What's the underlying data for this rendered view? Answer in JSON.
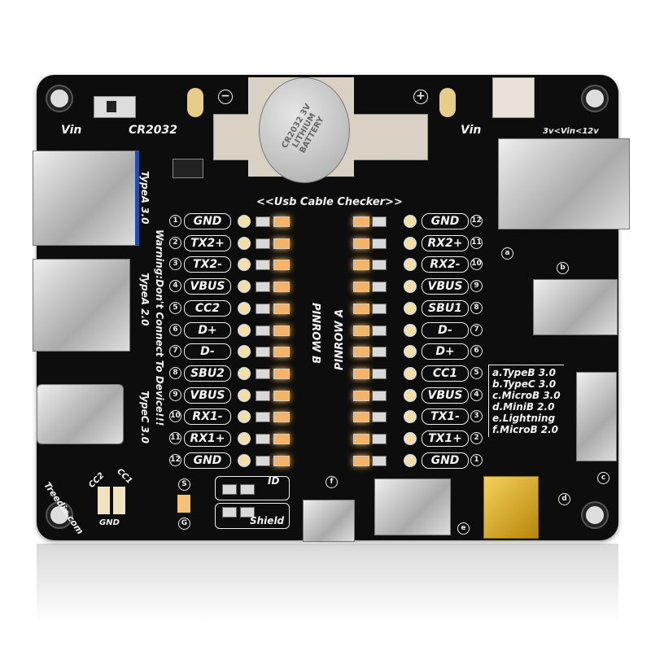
{
  "board": {
    "brand": "Treedix.com",
    "title": "<<Usb Cable Checker>>",
    "warning": "Warning:Don't Connect To Device!!!",
    "battery_label": "CR2032",
    "battery_print": "CR2032 3V LITHIUM BATTERY",
    "vin_left": "Vin",
    "vin_right": "Vin",
    "vin_range": "3v<Vin<12v",
    "minus": "−",
    "plus": "+",
    "left_ports": [
      "TypeA 3.0",
      "TypeA 2.0",
      "TypeC 3.0"
    ],
    "pinrow_b": "PINROW B",
    "pinrow_a": "PINROW A",
    "pins_b": [
      {
        "n": "1",
        "label": "GND"
      },
      {
        "n": "2",
        "label": "TX2+"
      },
      {
        "n": "3",
        "label": "TX2-"
      },
      {
        "n": "4",
        "label": "VBUS"
      },
      {
        "n": "5",
        "label": "CC2"
      },
      {
        "n": "6",
        "label": "D+"
      },
      {
        "n": "7",
        "label": "D-"
      },
      {
        "n": "8",
        "label": "SBU2"
      },
      {
        "n": "9",
        "label": "VBUS"
      },
      {
        "n": "10",
        "label": "RX1-"
      },
      {
        "n": "11",
        "label": "RX1+"
      },
      {
        "n": "12",
        "label": "GND"
      }
    ],
    "pins_a": [
      {
        "n": "12",
        "label": "GND"
      },
      {
        "n": "11",
        "label": "RX2+"
      },
      {
        "n": "10",
        "label": "RX2-"
      },
      {
        "n": "9",
        "label": "VBUS"
      },
      {
        "n": "8",
        "label": "SBU1"
      },
      {
        "n": "7",
        "label": "D-"
      },
      {
        "n": "6",
        "label": "D+"
      },
      {
        "n": "5",
        "label": "CC1"
      },
      {
        "n": "4",
        "label": "VBUS"
      },
      {
        "n": "3",
        "label": "TX1-"
      },
      {
        "n": "2",
        "label": "TX1+"
      },
      {
        "n": "1",
        "label": "GND"
      }
    ],
    "legend": [
      "a.TypeB 3.0",
      "b.TypeC 3.0",
      "c.MicroB 3.0",
      "d.MiniB 2.0",
      "e.Lightning",
      "f.MicroB 2.0"
    ],
    "port_letters": {
      "a": "a",
      "b": "b",
      "c": "c",
      "d": "d",
      "e": "e",
      "f": "f"
    },
    "cc2": "CC2",
    "cc1": "CC1",
    "gnd": "GND",
    "s": "S",
    "g": "G",
    "id": "ID",
    "shield": "Shield"
  }
}
